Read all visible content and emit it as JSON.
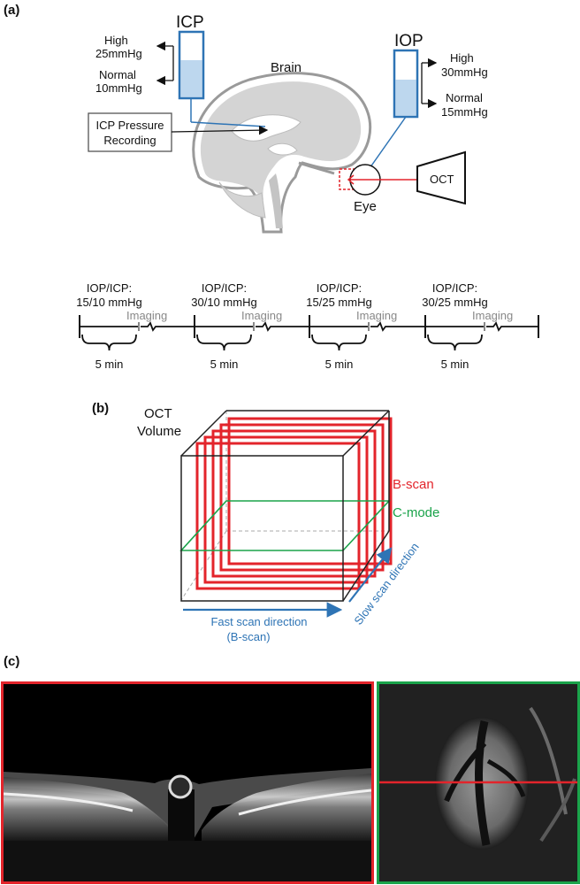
{
  "panels": {
    "a": "(a)",
    "b": "(b)",
    "c": "(c)"
  },
  "icp": {
    "title": "ICP",
    "high": "High",
    "high_value": "25mmHg",
    "normal": "Normal",
    "normal_value": "10mmHg",
    "recording_line1": "ICP Pressure",
    "recording_line2": "Recording"
  },
  "iop": {
    "title": "IOP",
    "high": "High",
    "high_value": "30mmHg",
    "normal": "Normal",
    "normal_value": "15mmHg"
  },
  "labels": {
    "brain": "Brain",
    "eye": "Eye",
    "oct": "OCT"
  },
  "timeline": {
    "segments": [
      {
        "line1": "IOP/ICP:",
        "line2": "15/10 mmHg",
        "duration": "5 min",
        "imaging": "Imaging"
      },
      {
        "line1": "IOP/ICP:",
        "line2": "30/10 mmHg",
        "duration": "5 min",
        "imaging": "Imaging"
      },
      {
        "line1": "IOP/ICP:",
        "line2": "15/25 mmHg",
        "duration": "5 min",
        "imaging": "Imaging"
      },
      {
        "line1": "IOP/ICP:",
        "line2": "30/25 mmHg",
        "duration": "5 min",
        "imaging": "Imaging"
      }
    ]
  },
  "volume": {
    "title_line1": "OCT",
    "title_line2": "Volume",
    "bscan": "B-scan",
    "cmode": "C-mode",
    "fast_line1": "Fast scan direction",
    "fast_line2": "(B-scan)",
    "slow": "Slow scan direction"
  },
  "colors": {
    "red": "#e3242b",
    "green": "#1aa34a",
    "blue": "#2e74b5",
    "brain_fill": "#d4d4d4",
    "reservoir_fill": "#bdd7ee"
  }
}
